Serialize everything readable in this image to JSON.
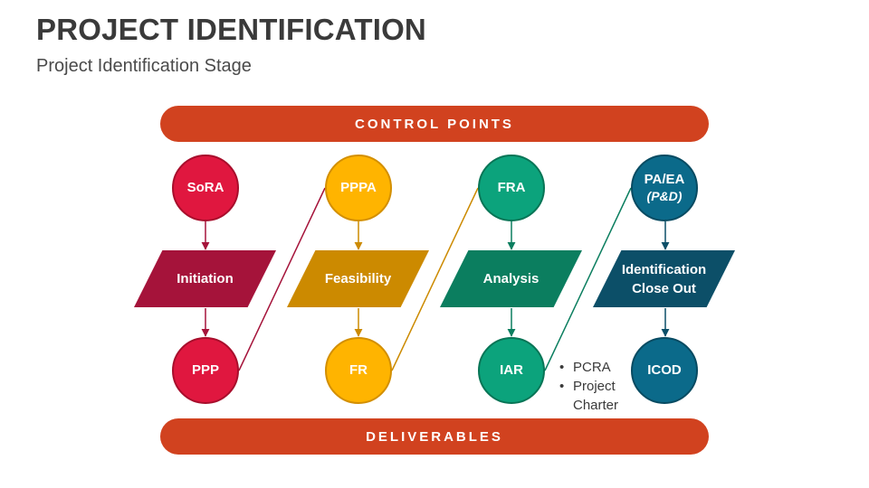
{
  "header": {
    "title": "PROJECT IDENTIFICATION",
    "subtitle": "Project Identification Stage"
  },
  "banners": {
    "top": "CONTROL POINTS",
    "bottom": "DELIVERABLES",
    "color": "#d1421f"
  },
  "columns": [
    {
      "control_point": "SoRA",
      "control_point_sub": "",
      "step": "Initiation",
      "deliverable": "PPP",
      "fill": "#e0173f",
      "border": "#a80e2c",
      "para_color": "#a5133a"
    },
    {
      "control_point": "PPPA",
      "control_point_sub": "",
      "step": "Feasibility",
      "deliverable": "FR",
      "fill": "#ffb400",
      "border": "#d38f00",
      "para_color": "#cc8a00"
    },
    {
      "control_point": "FRA",
      "control_point_sub": "",
      "step": "Analysis",
      "deliverable": "IAR",
      "fill": "#0ca37c",
      "border": "#087556",
      "para_color": "#0b7e5f"
    },
    {
      "control_point": "PA/EA",
      "control_point_sub": "(P&D)",
      "step": "Identification Close Out",
      "deliverable": "ICOD",
      "fill": "#0b6a8a",
      "border": "#084b62",
      "para_color": "#0c4f68"
    }
  ],
  "iar_bullets": [
    "PCRA",
    "Project Charter"
  ]
}
